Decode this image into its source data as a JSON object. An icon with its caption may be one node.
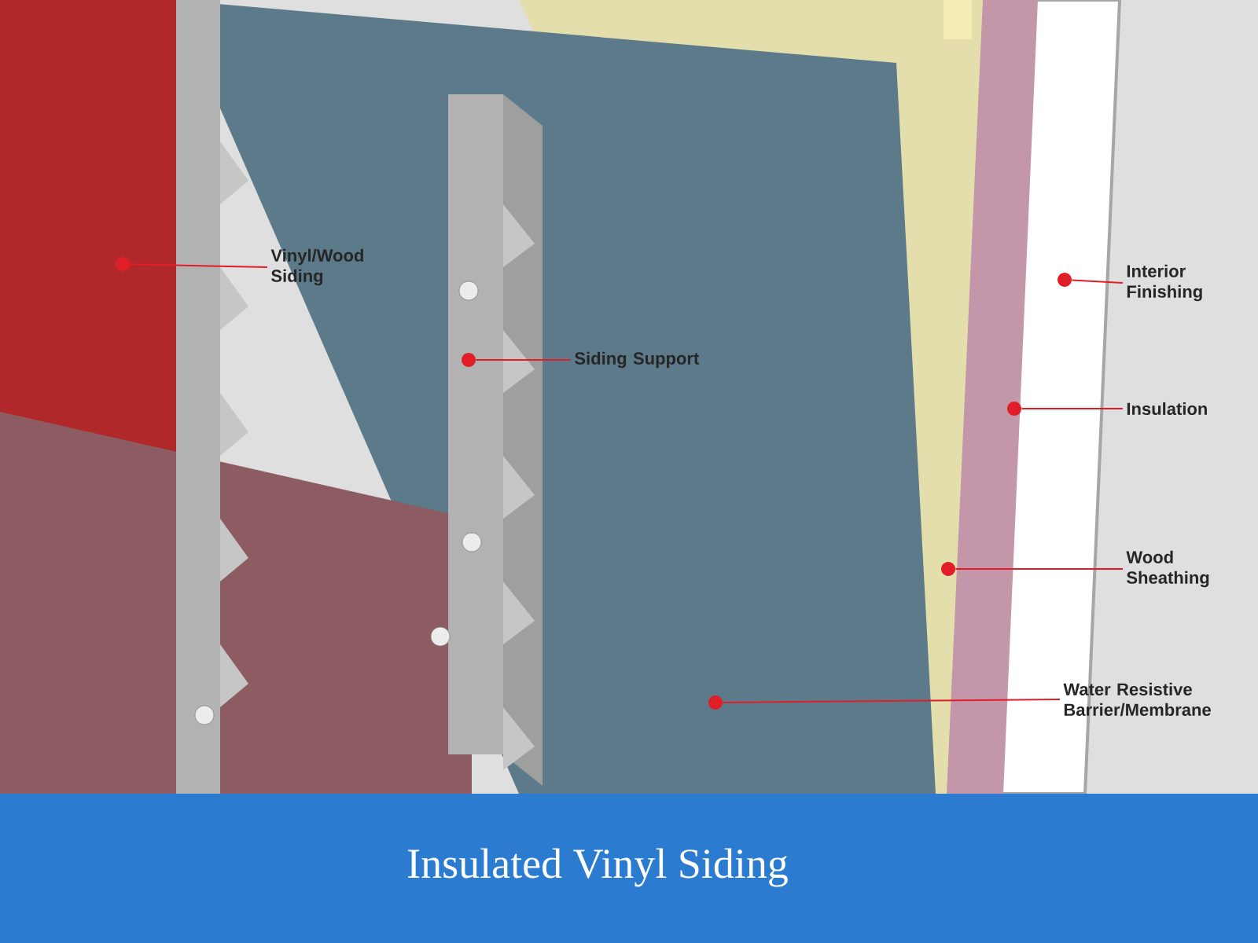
{
  "diagram": {
    "title": "Insulated Vinyl Siding",
    "nodes": [
      {
        "text": [
          "Vinyl/Wood Siding"
        ]
      },
      {
        "text": [],
        "shape": "circle"
      },
      {
        "text": [
          "Interior Finishing"
        ]
      },
      {
        "text": [],
        "shape": "circle"
      },
      {
        "text": [
          "Siding Support"
        ]
      },
      {
        "text": [],
        "shape": "circle"
      },
      {
        "text": [
          "Insulation"
        ]
      },
      {
        "text": [],
        "shape": "circle"
      },
      {
        "text": [
          "Wood Sheathing"
        ]
      },
      {
        "text": [],
        "shape": "circle"
      },
      {
        "text": [
          "Water Resistive Barrier/Membrane"
        ]
      },
      {
        "text": [],
        "shape": "circle"
      }
    ],
    "edges": [
      {
        "from": 0,
        "to": 1,
        "arrow": "none"
      },
      {
        "from": 2,
        "to": 3,
        "arrow": "none"
      },
      {
        "from": 4,
        "to": 5,
        "arrow": "none"
      },
      {
        "from": 6,
        "to": 7,
        "arrow": "none"
      },
      {
        "from": 8,
        "to": 9,
        "arrow": "none"
      },
      {
        "from": 10,
        "to": 11,
        "arrow": "none"
      }
    ]
  }
}
